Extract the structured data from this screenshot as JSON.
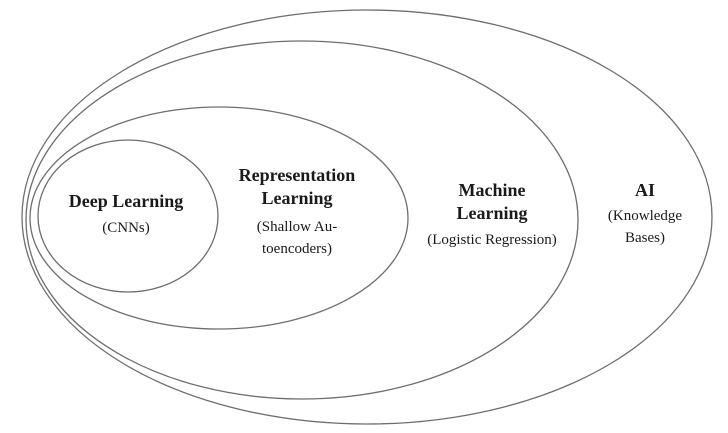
{
  "diagram": {
    "type": "nested-euler-diagram",
    "description": "Nested ellipses showing Deep Learning as a subset of Representation Learning, subset of Machine Learning, subset of AI",
    "stroke_color": "#6e6e6e",
    "text_color": "#1a1a1a",
    "sets": {
      "deep_learning": {
        "name": "Deep Learning",
        "sub": "(CNNs)"
      },
      "representation_learning": {
        "name_line1": "Representation",
        "name_line2": "Learning",
        "sub_line1": "(Shallow Au-",
        "sub_line2": "toencoders)"
      },
      "machine_learning": {
        "name_line1": "Machine",
        "name_line2": "Learning",
        "sub": "(Logistic Regression)"
      },
      "ai": {
        "name": "AI",
        "sub_line1": "(Knowledge",
        "sub_line2": "Bases)"
      }
    }
  }
}
